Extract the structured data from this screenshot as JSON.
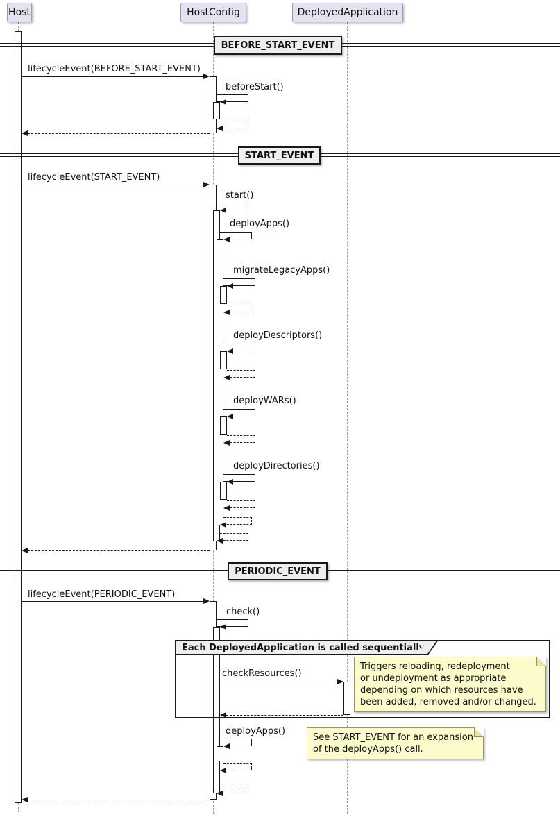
{
  "participants": [
    {
      "name": "Host"
    },
    {
      "name": "HostConfig"
    },
    {
      "name": "DeployedApplication"
    }
  ],
  "dividers": [
    {
      "label": "BEFORE_START_EVENT"
    },
    {
      "label": "START_EVENT"
    },
    {
      "label": "PERIODIC_EVENT"
    }
  ],
  "messages": {
    "lifecycle_before_start": "lifecycleEvent(BEFORE_START_EVENT)",
    "before_start": "beforeStart()",
    "lifecycle_start": "lifecycleEvent(START_EVENT)",
    "start": "start()",
    "deploy_apps": "deployApps()",
    "migrate_legacy_apps": "migrateLegacyApps()",
    "deploy_descriptors": "deployDescriptors()",
    "deploy_wars": "deployWARs()",
    "deploy_directories": "deployDirectories()",
    "lifecycle_periodic": "lifecycleEvent(PERIODIC_EVENT)",
    "check": "check()",
    "check_resources": "checkResources()",
    "deploy_apps_periodic": "deployApps()"
  },
  "group": {
    "label": "Each DeployedApplication is called sequentially"
  },
  "notes": {
    "triggers": {
      "lines": [
        "Triggers reloading, redeployment",
        "or undeployment as appropriate",
        "depending on which resources have",
        "been added, removed and/or changed."
      ]
    },
    "see_start": {
      "lines": [
        "See START_EVENT for an expansion",
        "of the deployApps() call."
      ]
    }
  },
  "colors": {
    "participant_fill": "#E2E2F0",
    "participant_border": "#9A9AB8",
    "divider_fill": "#EEEEEE",
    "group_label_fill": "#EEEEEE",
    "note_fill": "#FBFBCB",
    "note_border": "#94946A",
    "line": "#1A1A1A",
    "lifeline": "#999999",
    "background": "#FFFFFF"
  }
}
